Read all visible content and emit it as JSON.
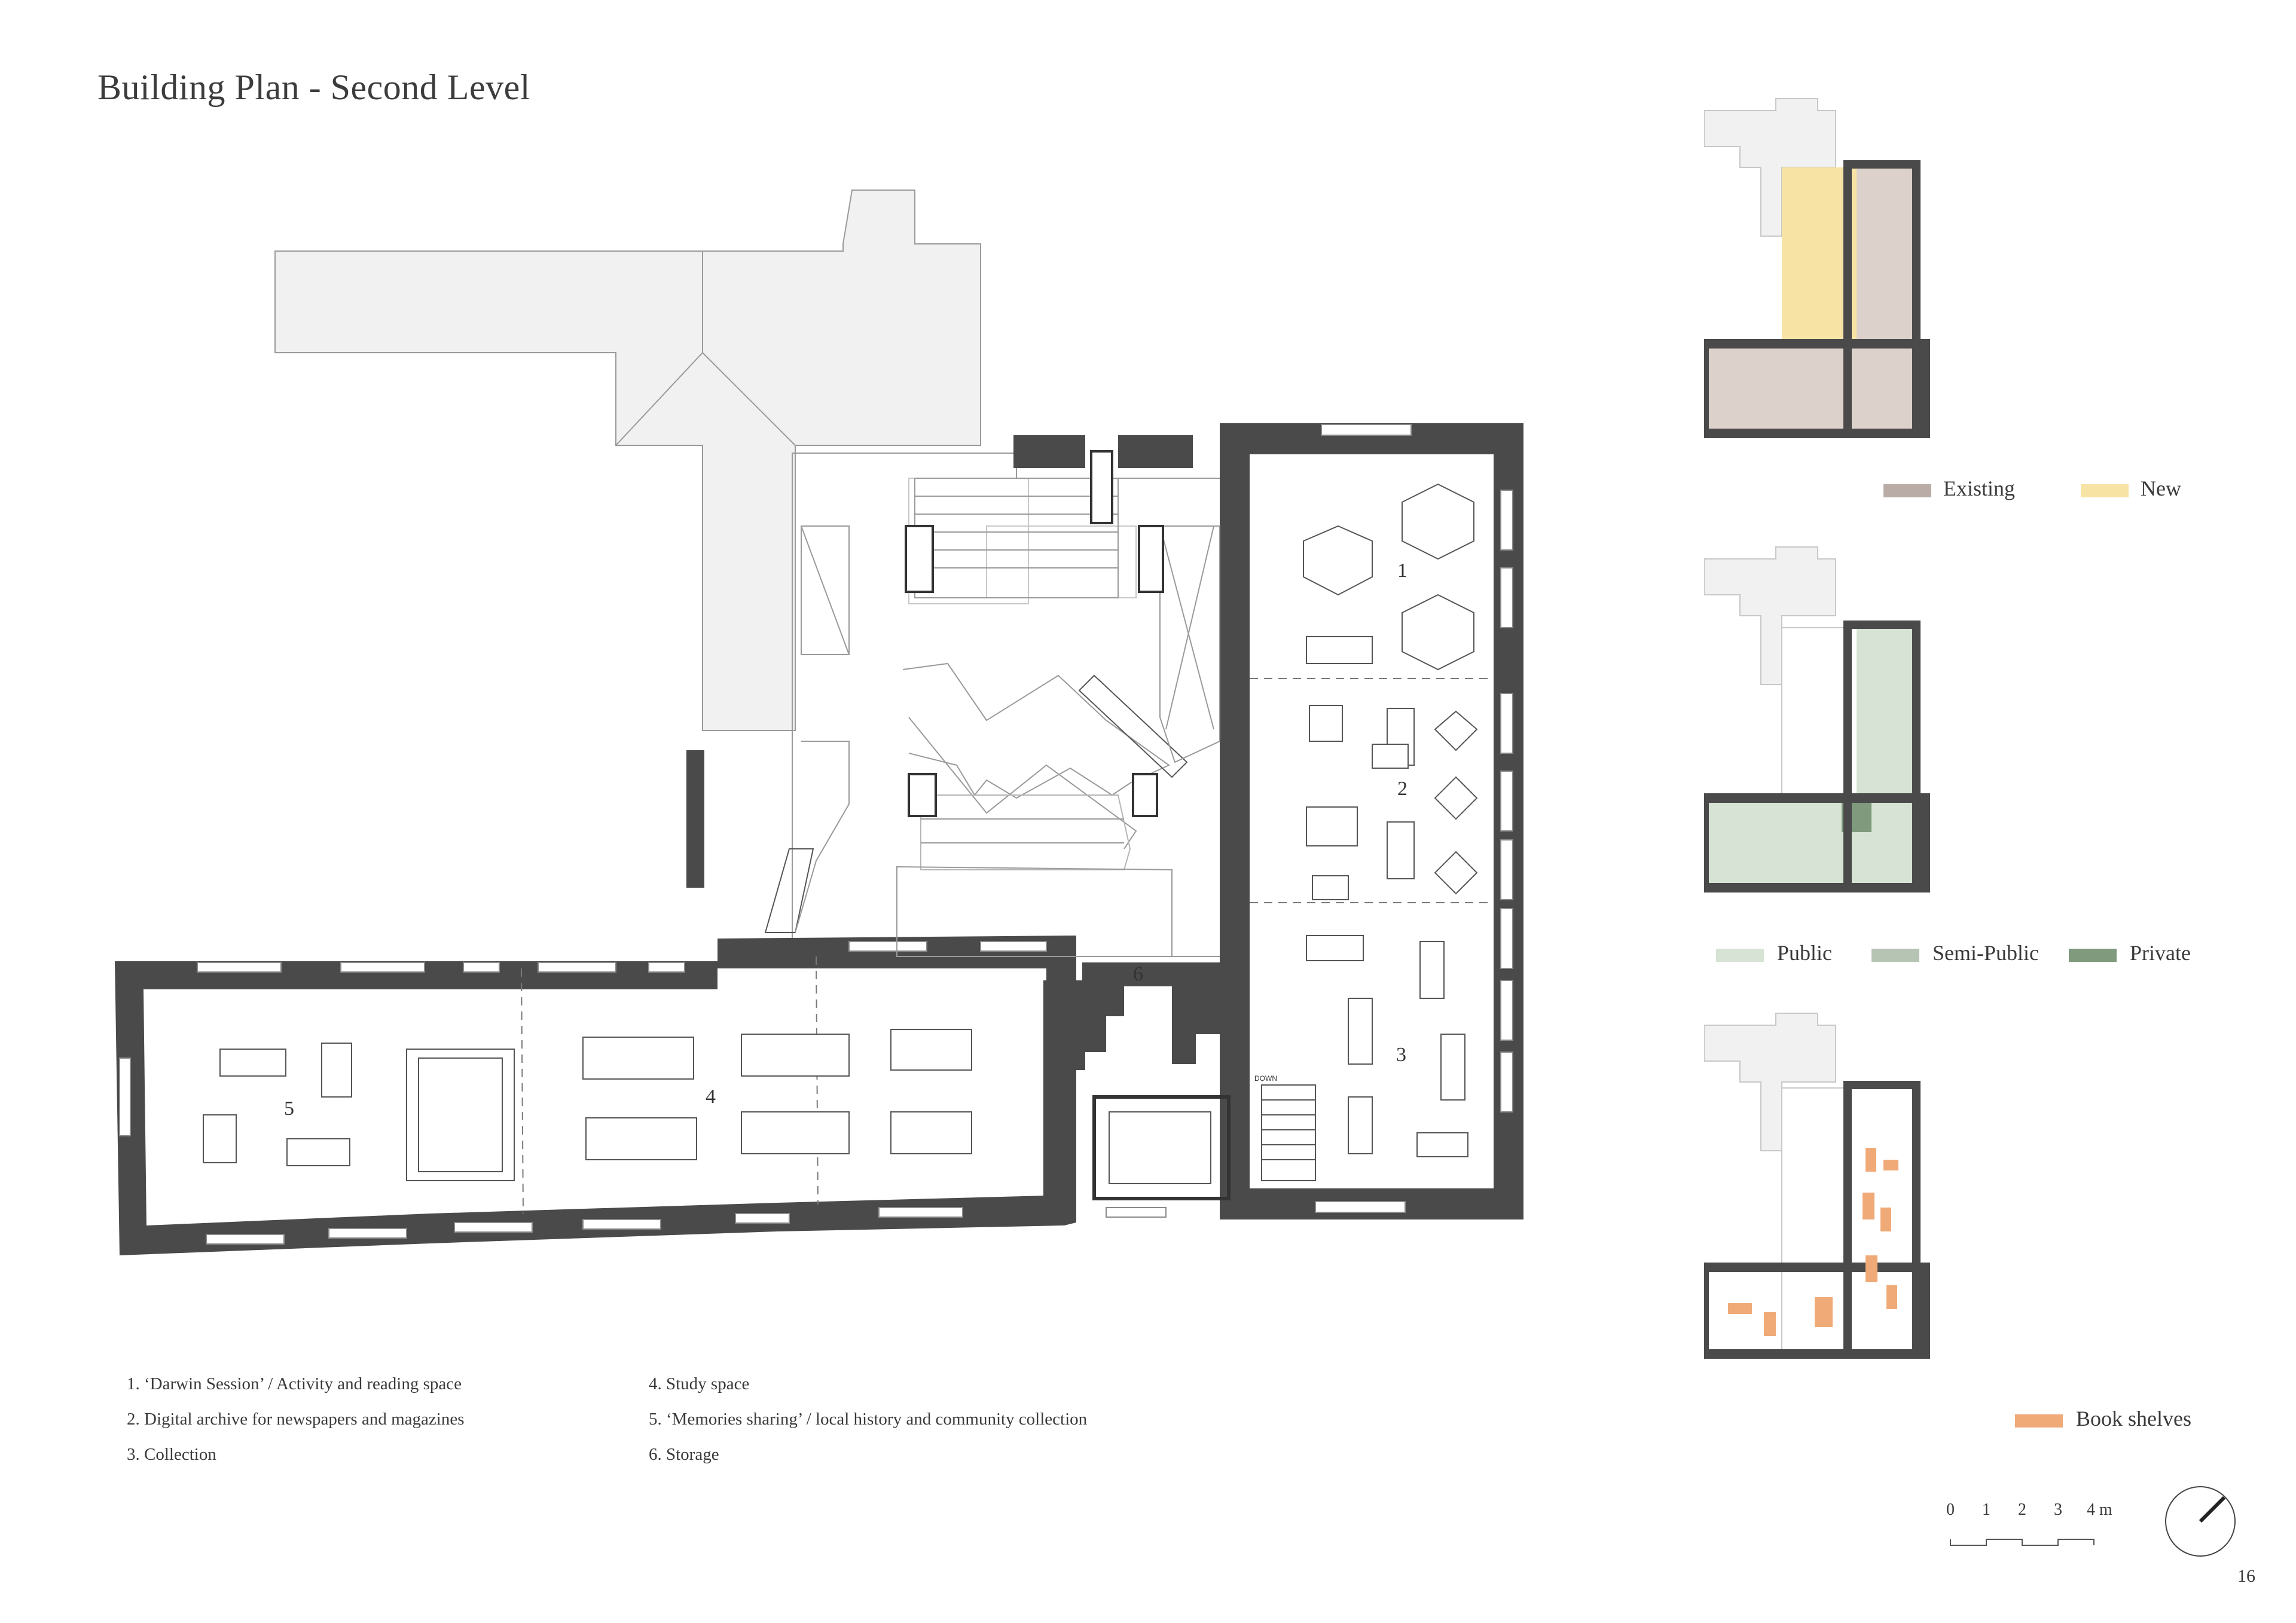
{
  "title": "Building Plan - Second Level",
  "room_numbers": [
    "1",
    "2",
    "3",
    "4",
    "5",
    "6"
  ],
  "legend": {
    "left": [
      "1. ‘Darwin Session’ / Activity and reading space",
      "2. Digital archive for newspapers and magazines",
      "3. Collection"
    ],
    "right": [
      "4. Study space",
      "5. ‘Memories sharing’ / local history and community collection",
      "6. Storage"
    ]
  },
  "stair_labels": {
    "down": "DOWN"
  },
  "mini_plans": {
    "age": {
      "items": [
        {
          "label": "Existing",
          "color": "#b9aca7"
        },
        {
          "label": "New",
          "color": "#f7e3a4"
        }
      ]
    },
    "access": {
      "items": [
        {
          "label": "Public",
          "color": "#d6e3d5"
        },
        {
          "label": "Semi-Public",
          "color": "#b6c4b3"
        },
        {
          "label": "Private",
          "color": "#7f9a7d"
        }
      ]
    },
    "shelves": {
      "items": [
        {
          "label": "Book shelves",
          "color": "#f0aa78"
        }
      ]
    }
  },
  "scale": {
    "ticks": [
      "0",
      "1",
      "2",
      "3",
      "4 m"
    ]
  },
  "page_number": "16",
  "colors": {
    "wall": "#4a4a4a",
    "existing_roof": "#f1f1f1",
    "line": "#8a8a8a"
  }
}
